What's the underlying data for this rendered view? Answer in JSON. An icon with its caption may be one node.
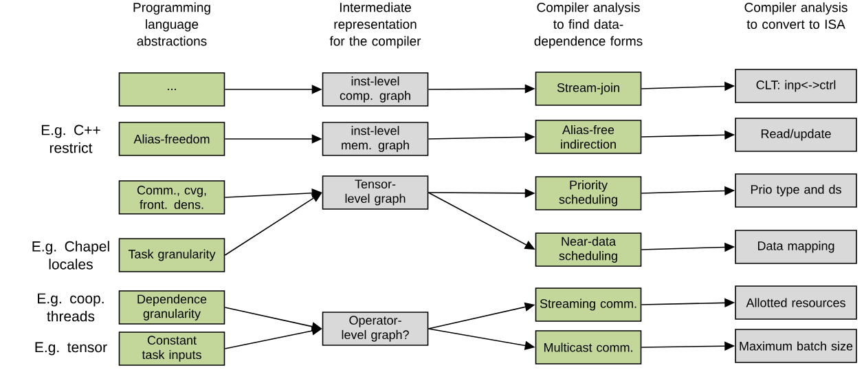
{
  "diagram": {
    "nodes": [
      {
        "text": [
          "..."
        ]
      },
      {
        "text": [
          "inst-level comp. graph"
        ]
      },
      {
        "text": [
          "Stream-join"
        ]
      },
      {
        "text": [
          "CLT: inp<->ctrl"
        ]
      },
      {
        "text": [
          "Alias-freedom"
        ],
        "beside": [
          "E.g. C++ restrict"
        ]
      },
      {
        "text": [
          "inst-level mem. graph"
        ]
      },
      {
        "text": [
          "Alias-free indirection"
        ]
      },
      {
        "text": [
          "Read/update"
        ]
      },
      {
        "text": [
          "Tensor-level graph"
        ]
      },
      {
        "text": [
          "Comm., cvg, front. dens."
        ]
      },
      {
        "text": [
          "Priority scheduling"
        ]
      },
      {
        "text": [
          "Prio type and ds"
        ]
      },
      {
        "text": [
          "Task granularity"
        ],
        "beside": [
          "E.g. Chapel locales"
        ]
      },
      {
        "text": [
          "Near-data scheduling"
        ]
      },
      {
        "text": [
          "Data mapping"
        ]
      },
      {
        "text": [
          "Dependence granularity"
        ],
        "beside": [
          "E.g. coop. threads"
        ]
      },
      {
        "text": [
          "Streaming comm."
        ]
      },
      {
        "text": [
          "Allotted resources"
        ]
      },
      {
        "text": [
          "Operator-level graph?"
        ]
      },
      {
        "text": [
          "Constant task inputs"
        ],
        "beside": [
          "E.g. tensor"
        ]
      },
      {
        "text": [
          "Multicast comm."
        ]
      },
      {
        "text": [
          "Maximum batch size"
        ]
      }
    ],
    "edges": [
      {
        "from": 0,
        "to": 1,
        "arrow": "to"
      },
      {
        "from": 1,
        "to": 2,
        "arrow": "to"
      },
      {
        "from": 2,
        "to": 3,
        "arrow": "to"
      },
      {
        "from": 4,
        "to": 5,
        "arrow": "to"
      },
      {
        "from": 5,
        "to": 6,
        "arrow": "to"
      },
      {
        "from": 6,
        "to": 7,
        "arrow": "to"
      },
      {
        "from": 9,
        "to": 8,
        "arrow": "to"
      },
      {
        "from": 12,
        "to": 8,
        "arrow": "to"
      },
      {
        "from": 8,
        "to": 10,
        "arrow": "to"
      },
      {
        "from": 8,
        "to": 13,
        "arrow": "to"
      },
      {
        "from": 10,
        "to": 11,
        "arrow": "to"
      },
      {
        "from": 13,
        "to": 14,
        "arrow": "to"
      },
      {
        "from": 15,
        "to": 18,
        "arrow": "to"
      },
      {
        "from": 19,
        "to": 18,
        "arrow": "to"
      },
      {
        "from": 18,
        "to": 16,
        "arrow": "to"
      },
      {
        "from": 18,
        "to": 20,
        "arrow": "to"
      },
      {
        "from": 16,
        "to": 17,
        "arrow": "to"
      },
      {
        "from": 20,
        "to": 21,
        "arrow": "to"
      }
    ],
    "labels": [
      "Programming language abstractions",
      "Intermediate representation for the compiler",
      "Compiler analysis to find data-dependence forms",
      "Compiler analysis to convert to ISA"
    ]
  }
}
